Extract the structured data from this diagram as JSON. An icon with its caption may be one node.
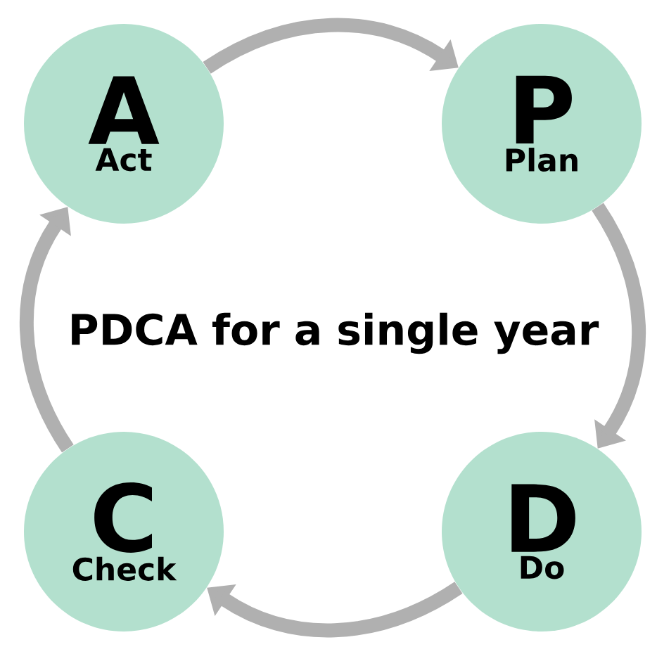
{
  "diagram": {
    "title": "PDCA for a single year",
    "nodes": [
      {
        "text": [
          "A",
          "Act"
        ]
      },
      {
        "text": [
          "P",
          "Plan"
        ]
      },
      {
        "text": [
          "C",
          "Check"
        ]
      },
      {
        "text": [
          "D",
          "Do"
        ]
      }
    ],
    "edges": [
      {
        "from": 0,
        "to": 1,
        "arrow": "to"
      },
      {
        "from": 1,
        "to": 3,
        "arrow": "to"
      },
      {
        "from": 3,
        "to": 2,
        "arrow": "to"
      },
      {
        "from": 2,
        "to": 0,
        "arrow": "to"
      }
    ]
  }
}
